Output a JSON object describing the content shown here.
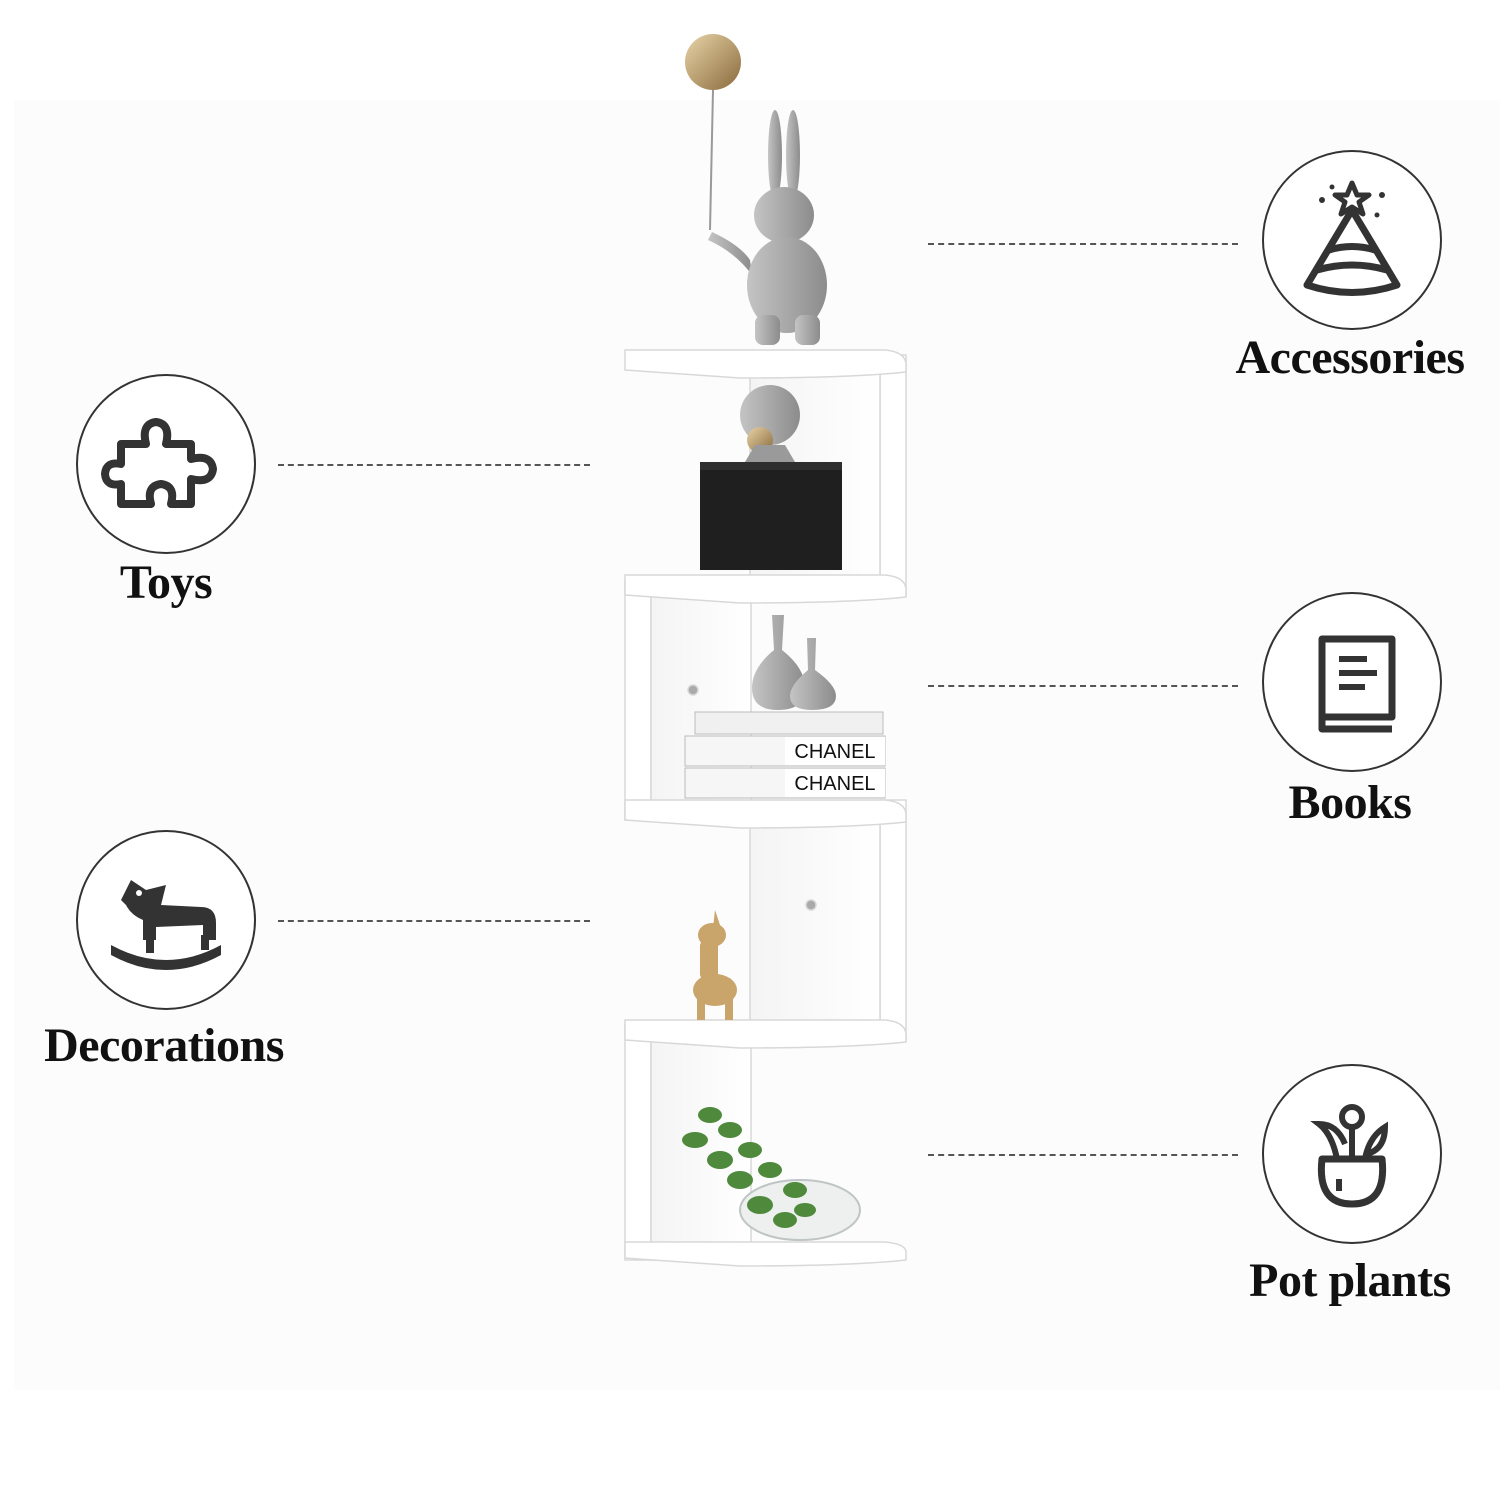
{
  "categories": {
    "toys": {
      "label": "Toys",
      "icon": "puzzle-piece-icon"
    },
    "decorations": {
      "label": "Decorations",
      "icon": "rocking-horse-icon"
    },
    "accessories": {
      "label": "Accessories",
      "icon": "party-hat-icon"
    },
    "books": {
      "label": "Books",
      "icon": "book-icon"
    },
    "pot_plants": {
      "label": "Pot plants",
      "icon": "potted-plant-icon"
    }
  },
  "product": {
    "book_spine_text_1": "CHANEL",
    "book_spine_text_2": "CHANEL"
  },
  "colors": {
    "shelf": "#ffffff",
    "shelf_shadow": "#e6e6e6",
    "icon_stroke": "#333333",
    "text": "#111111",
    "black_box": "#1f1f1f",
    "gold": "#c9a46b",
    "plant_green": "#4f8a3c"
  }
}
